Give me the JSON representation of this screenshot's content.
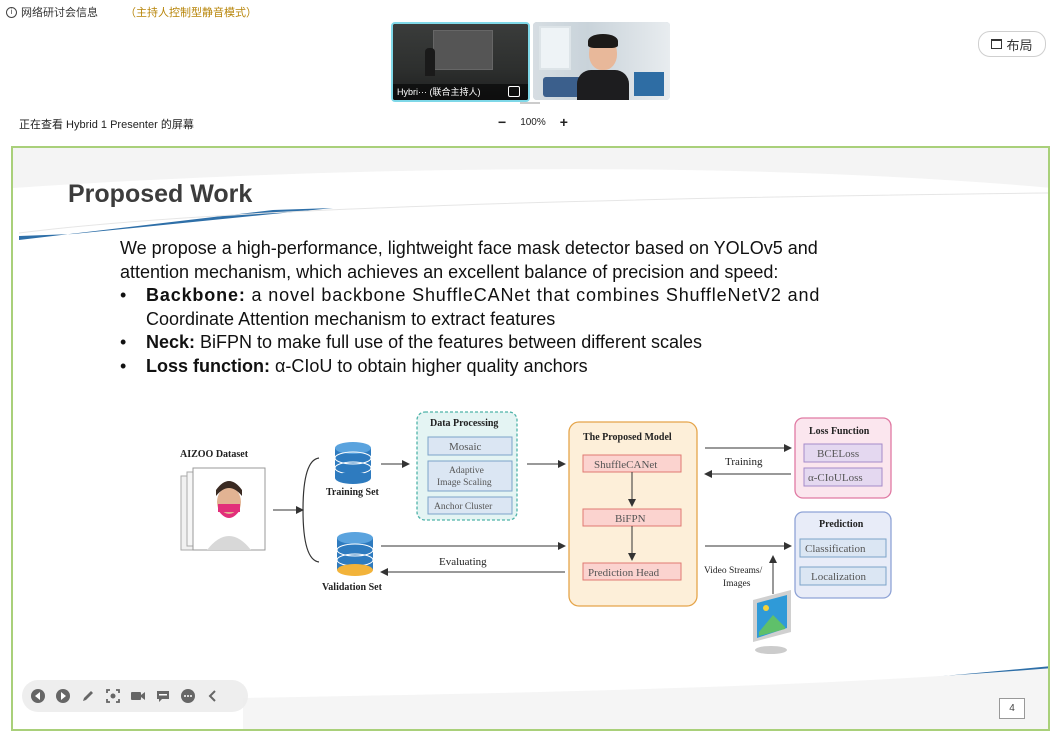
{
  "meeting": {
    "info_label": "网络研讨会信息",
    "mode_label": "（主持人控制型静音模式）",
    "layout_button": "布局",
    "viewing_label": "正在查看 Hybrid 1 Presenter 的屏幕",
    "zoom_level": "100%",
    "zoom_out": "−",
    "zoom_in": "+"
  },
  "videos": [
    {
      "name": "Hybri··· (联合主持人)"
    },
    {
      "name": ""
    }
  ],
  "slide": {
    "title": "Proposed Work",
    "intro_line1": "We propose a high-performance, lightweight face mask detector based on YOLOv5 and",
    "intro_line2": "attention mechanism, which achieves an excellent balance of precision and speed:",
    "bullet_mark": "•",
    "bullets": [
      {
        "label": "Backbone:",
        "text": "a novel backbone ShuffleCANet that combines ShuffleNetV2 and",
        "text2": "Coordinate Attention mechanism to extract features"
      },
      {
        "label": "Neck:",
        "text": "BiFPN to make full use of the features between different scales"
      },
      {
        "label": "Loss function:",
        "text": "α-CIoU to obtain higher quality anchors"
      }
    ],
    "page_number": "4"
  },
  "diagram": {
    "dataset_label": "AIZOO Dataset",
    "training_set": "Training Set",
    "validation_set": "Validation Set",
    "data_processing_title": "Data Processing",
    "dp_mosaic": "Mosaic",
    "dp_adaptive_1": "Adaptive",
    "dp_adaptive_2": "Image Scaling",
    "dp_anchor": "Anchor Cluster",
    "model_title": "The Proposed Model",
    "model_shufflecanet": "ShuffleCANet",
    "model_bifpn": "BiFPN",
    "model_head": "Prediction Head",
    "evaluating": "Evaluating",
    "training": "Training",
    "loss_title": "Loss Function",
    "loss_bce": "BCELoss",
    "loss_aciou": "α-CIoULoss",
    "prediction_title": "Prediction",
    "pred_classification": "Classification",
    "pred_localization": "Localization",
    "video_streams_1": "Video Streams/",
    "video_streams_2": "Images"
  },
  "colors": {
    "accent_blue": "#2e6fa8",
    "slide_border": "#a9d07a",
    "dp_fill": "#e4f4f3",
    "model_fill": "#fdefd9",
    "loss_fill": "#fbe6ee",
    "pred_fill": "#e8ecf8",
    "host_tile_border": "#7fd8e8",
    "mode_label": "#b8860b"
  },
  "controls": [
    "prev-icon",
    "next-icon",
    "pen-icon",
    "screenshot-icon",
    "camera-icon",
    "chat-icon",
    "more-icon",
    "collapse-icon"
  ]
}
